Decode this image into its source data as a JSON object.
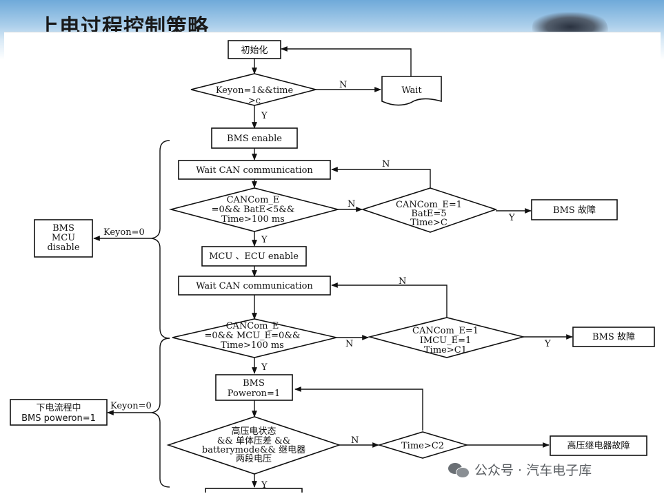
{
  "slide": {
    "title": "上电过程控制策略"
  },
  "flowchart": {
    "init": "初始化",
    "wait": "Wait",
    "cond_keyon": [
      "Keyon=1&&time",
      ">c"
    ],
    "bms_enable": "BMS enable",
    "wait_can_1": "Wait CAN communication",
    "cond_can_1": [
      "CANCom_E",
      "=0&& BatE<5&&",
      "Time>100 ms"
    ],
    "cond_can_1_fail": [
      "CANCom_E=1",
      "BatE=5",
      "Time>C"
    ],
    "bms_fault_1": "BMS 故障",
    "mcu_ecu_enable": "MCU 、ECU enable",
    "wait_can_2": "Wait CAN communication",
    "cond_can_2": [
      "CANCom_E",
      "=0&& MCU_E=0&&",
      "Time>100 ms"
    ],
    "cond_can_2_fail": [
      "CANCom_E=1",
      "IMCU_E=1",
      "Time>C1"
    ],
    "bms_fault_2": "BMS 故障",
    "bms_poweron": [
      "BMS",
      "Poweron=1"
    ],
    "cond_hv": [
      "高压电状态",
      "&& 单体压差 &&",
      "batterymode&& 继电器",
      "两段电压"
    ],
    "cond_time_c2": "Time>C2",
    "relay_fault": "高压继电器故障",
    "bms_mcu_disable": [
      "BMS",
      "MCU",
      "disable"
    ],
    "power_down": [
      "下电流程中",
      "BMS poweron=1"
    ],
    "keyon0_a": "Keyon=0",
    "keyon0_b": "Keyon=0",
    "label_yes": "Y",
    "label_no": "N"
  },
  "watermark": {
    "text": "公众号 · 汽车电子库",
    "icon": "wechat-icon"
  }
}
